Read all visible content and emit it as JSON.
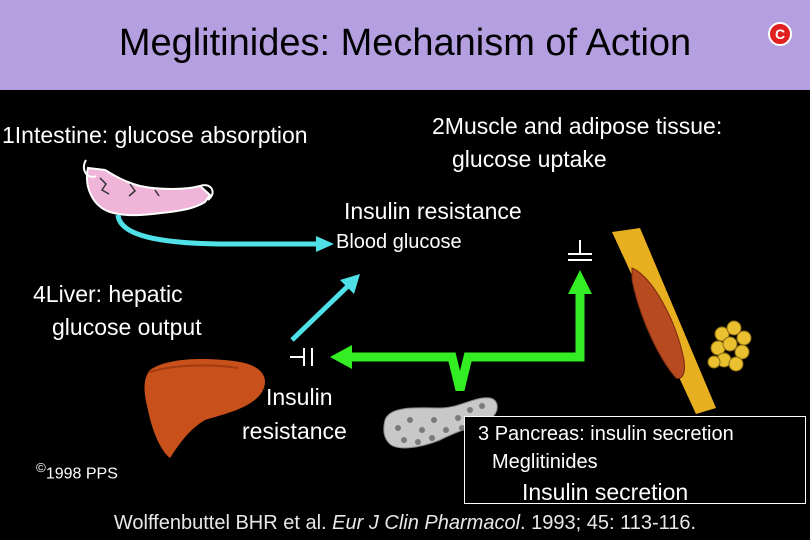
{
  "title": "Meglitinides: Mechanism of Action",
  "copyright_badge": "C",
  "intestine": {
    "number": "1",
    "line1": "Intestine: glucose absorption"
  },
  "muscle": {
    "number": "2",
    "line1": "Muscle and adipose tissue:",
    "line2": "glucose uptake"
  },
  "insulin_resistance_top": "Insulin resistance",
  "blood_glucose": "Blood glucose",
  "liver": {
    "number": "4",
    "line1": "Liver: hepatic",
    "line2": "glucose output"
  },
  "insulin_resistance_liver": {
    "line1": "Insulin",
    "line2": "resistance"
  },
  "pancreas": {
    "number": "3",
    "line1": "Pancreas: insulin secretion",
    "line2": "Meglitinides",
    "line3": "Insulin secretion"
  },
  "copyright_note": {
    "symbol": "©",
    "text": "1998 PPS"
  },
  "citation": {
    "authors": "Wolffenbuttel BHR et al. ",
    "journal": "Eur J Clin Pharmacol",
    "rest": ". 1993; 45: 113-116."
  },
  "colors": {
    "title_bar": "#b49fe0",
    "cyan_arrow": "#4fe0e8",
    "green_arrow": "#33ee22",
    "liver": "#c8501a",
    "muscle": "#b84a20",
    "fat": "#e8c030",
    "intestine": "#f0b4d8"
  }
}
